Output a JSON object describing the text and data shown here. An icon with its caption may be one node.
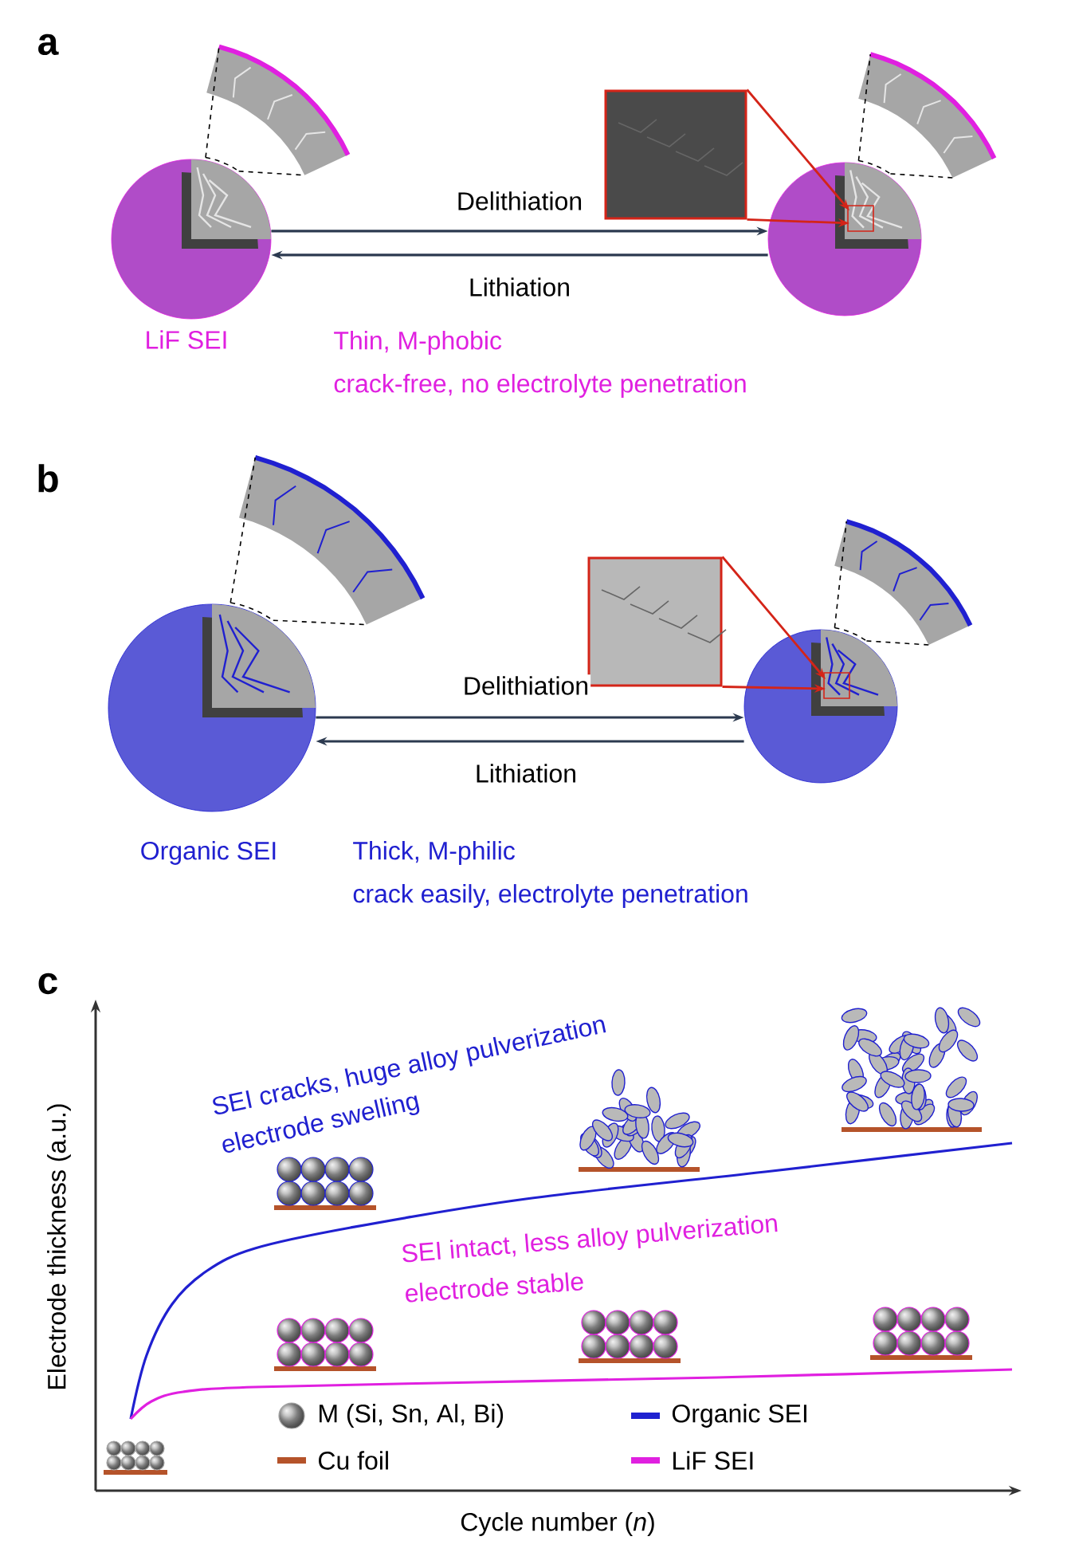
{
  "diagram": {
    "nodes": [
      {
        "text": [],
        "shape": "picture",
        "beside": [
          "LiF SEI"
        ]
      },
      {
        "text": [],
        "shape": "picture"
      },
      {
        "text": [],
        "shape": "picture"
      },
      {
        "text": [],
        "shape": "picture",
        "beside": [
          "Organic SEI"
        ]
      },
      {
        "text": [],
        "shape": "picture"
      },
      {
        "text": [],
        "shape": "picture"
      }
    ],
    "edges": [
      {
        "from": 0,
        "to": 2,
        "arrow": "to",
        "label": "Delithiation"
      },
      {
        "from": 2,
        "to": 0,
        "arrow": "to",
        "label": "Lithiation"
      },
      {
        "from": 1,
        "to": 2,
        "arrow": "to",
        "color": "#d42418"
      },
      {
        "from": 1,
        "to": 2,
        "arrow": "to",
        "color": "#d42418"
      },
      {
        "from": 3,
        "to": 5,
        "arrow": "to",
        "label": "Delithiation"
      },
      {
        "from": 5,
        "to": 3,
        "arrow": "to",
        "label": "Lithiation"
      },
      {
        "from": 4,
        "to": 5,
        "arrow": "to",
        "color": "#d42418"
      },
      {
        "from": 4,
        "to": 5,
        "arrow": "to",
        "color": "#d42418"
      }
    ],
    "labels": [
      "a",
      "Thin, M-phobic",
      "crack-free, no electrolyte penetration",
      "b",
      "Thick, M-philic",
      "crack easily, electrolyte penetration",
      "c",
      "Electrode thickness (a.u.)",
      "SEI cracks, huge alloy pulverization",
      "electrode swelling",
      "SEI intact, less alloy pulverization",
      "electrode stable",
      "Cycle number (*n*)"
    ],
    "legend": [
      {
        "text": "M (Si, Sn, Al, Bi)"
      },
      {
        "text": "Organic SEI",
        "color": "#1f22d0"
      },
      {
        "text": "Cu foil",
        "color": "#b5532a"
      },
      {
        "text": "LiF SEI",
        "color": "#e020e0"
      }
    ]
  }
}
